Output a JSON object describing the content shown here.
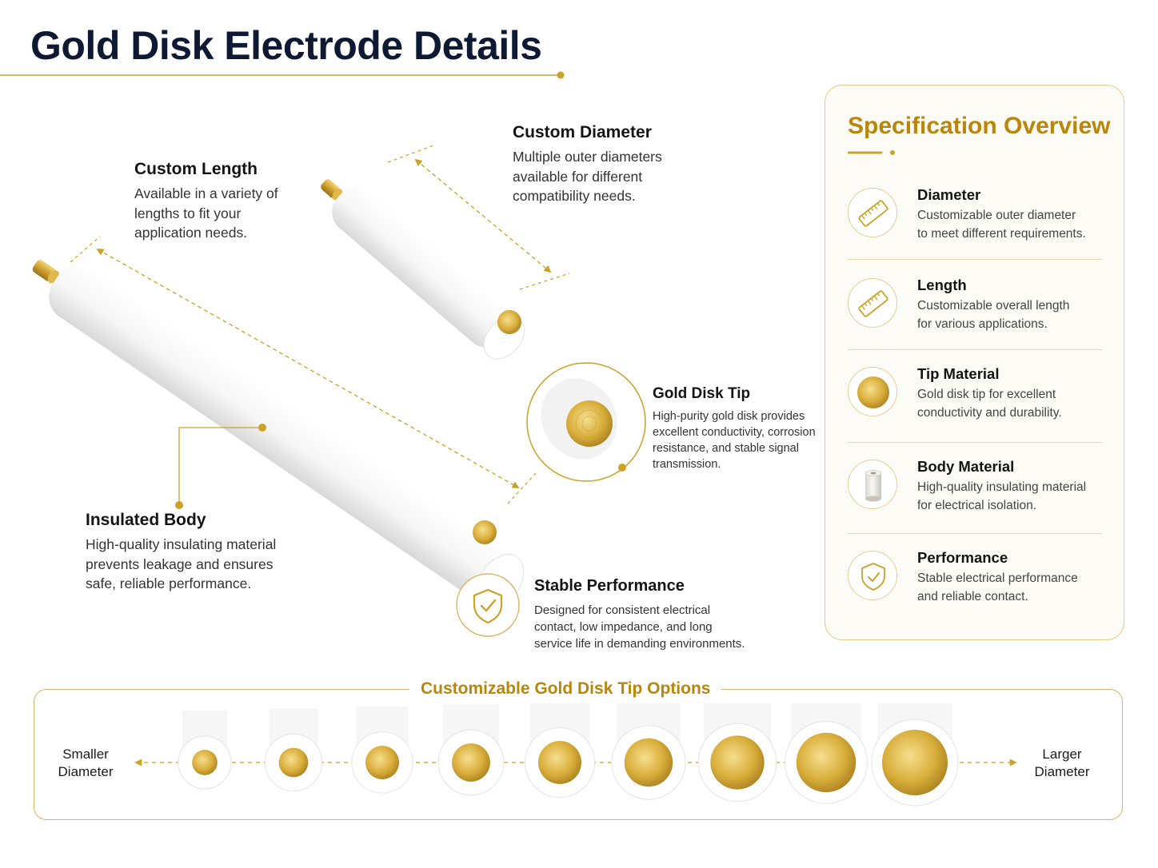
{
  "title": "Gold Disk Electrode Details",
  "callouts": {
    "custom_length": {
      "title": "Custom Length",
      "text_lines": [
        "Available in a variety of",
        "lengths to fit your",
        "application needs."
      ]
    },
    "custom_diameter": {
      "title": "Custom Diameter",
      "text_lines": [
        "Multiple outer diameters",
        "available for different",
        "compatibility needs."
      ]
    },
    "gold_disk_tip": {
      "title": "Gold Disk Tip",
      "text_lines": [
        "High-purity gold disk provides",
        "excellent conductivity, corrosion",
        "resistance, and stable signal",
        "transmission."
      ]
    },
    "insulated_body": {
      "title": "Insulated Body",
      "text_lines": [
        "High-quality insulating material",
        "prevents leakage and ensures",
        "safe, reliable performance."
      ]
    },
    "stable_performance": {
      "title": "Stable Performance",
      "text_lines": [
        "Designed for consistent electrical",
        "contact, low impedance, and long",
        "service life in demanding environments."
      ]
    }
  },
  "spec_overview": {
    "title": "Specification Overview",
    "items": [
      {
        "name": "Diameter",
        "icon": "ruler-icon",
        "desc_lines": [
          "Customizable outer diameter",
          "to meet different requirements."
        ]
      },
      {
        "name": "Length",
        "icon": "ruler-icon",
        "desc_lines": [
          "Customizable overall length",
          "for various applications."
        ]
      },
      {
        "name": "Tip Material",
        "icon": "gold-disk-icon",
        "desc_lines": [
          "Gold disk tip for excellent",
          "conductivity and durability."
        ]
      },
      {
        "name": "Body Material",
        "icon": "cylinder-icon",
        "desc_lines": [
          "High-quality insulating material",
          "for electrical isolation."
        ]
      },
      {
        "name": "Performance",
        "icon": "shield-check-icon",
        "desc_lines": [
          "Stable electrical performance",
          "and reliable contact."
        ]
      }
    ]
  },
  "tip_options": {
    "title": "Customizable Gold Disk Tip Options",
    "left_label_lines": [
      "Smaller",
      "Diameter"
    ],
    "right_label_lines": [
      "Larger",
      "Diameter"
    ],
    "option_count": 9
  },
  "colors": {
    "gold": "#c9a227",
    "accent": "#b8860b",
    "navy": "#0e1a33"
  }
}
